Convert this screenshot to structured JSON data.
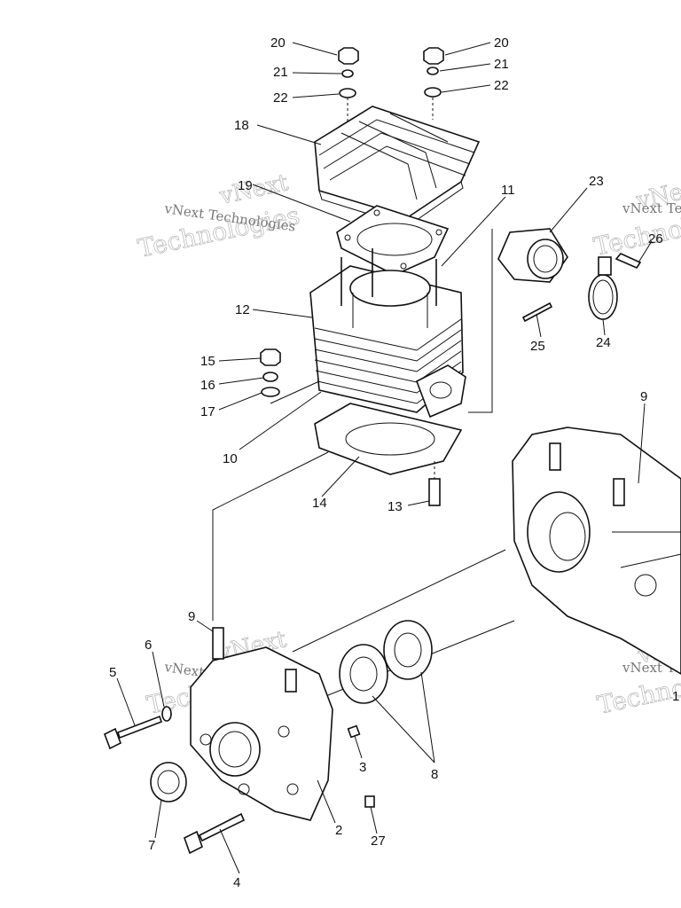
{
  "callouts": [
    {
      "id": "20a",
      "text": "20"
    },
    {
      "id": "21a",
      "text": "21"
    },
    {
      "id": "22a",
      "text": "22"
    },
    {
      "id": "20b",
      "text": "20"
    },
    {
      "id": "21b",
      "text": "21"
    },
    {
      "id": "22b",
      "text": "22"
    },
    {
      "id": "18",
      "text": "18"
    },
    {
      "id": "19",
      "text": "19"
    },
    {
      "id": "11",
      "text": "11"
    },
    {
      "id": "23",
      "text": "23"
    },
    {
      "id": "26",
      "text": "26"
    },
    {
      "id": "12",
      "text": "12"
    },
    {
      "id": "25",
      "text": "25"
    },
    {
      "id": "24",
      "text": "24"
    },
    {
      "id": "15",
      "text": "15"
    },
    {
      "id": "16",
      "text": "16"
    },
    {
      "id": "17",
      "text": "17"
    },
    {
      "id": "10",
      "text": "10"
    },
    {
      "id": "14",
      "text": "14"
    },
    {
      "id": "13",
      "text": "13"
    },
    {
      "id": "9a",
      "text": "9"
    },
    {
      "id": "9b",
      "text": "9"
    },
    {
      "id": "6",
      "text": "6"
    },
    {
      "id": "5",
      "text": "5"
    },
    {
      "id": "3",
      "text": "3"
    },
    {
      "id": "8",
      "text": "8"
    },
    {
      "id": "7",
      "text": "7"
    },
    {
      "id": "2",
      "text": "2"
    },
    {
      "id": "27",
      "text": "27"
    },
    {
      "id": "4",
      "text": "4"
    },
    {
      "id": "1",
      "text": "1"
    }
  ],
  "watermark": {
    "brand": "vNext Technologies",
    "short": "vNext",
    "word": "Technologies"
  }
}
